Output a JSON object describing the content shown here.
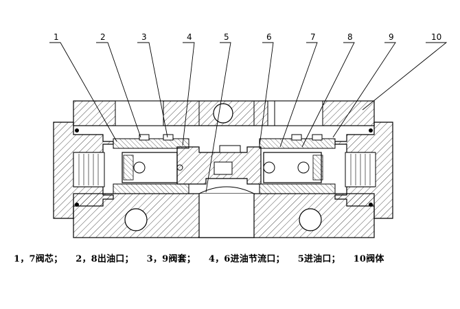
{
  "callouts": [
    "1",
    "2",
    "3",
    "4",
    "5",
    "6",
    "7",
    "8",
    "9",
    "10"
  ],
  "caption": {
    "item1": "1，7阀芯；",
    "item2": "2，8出油口；",
    "item3": "3，9阀套；",
    "item4": "4，6进油节流口；",
    "item5": "5进油口；",
    "item6": "10阀体"
  }
}
